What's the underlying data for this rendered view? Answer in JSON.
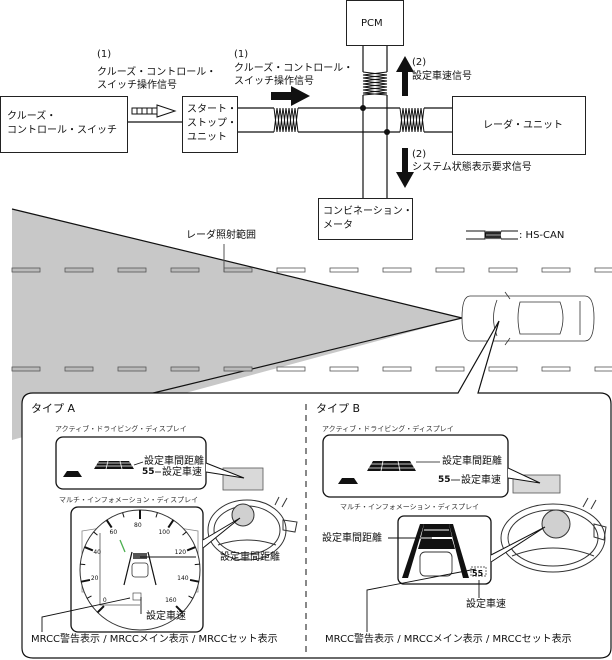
{
  "diagram": {
    "title": "MRCC system communication diagram",
    "blocks": {
      "cruise_switch": "クルーズ・\nコントロール・スイッチ",
      "start_stop_unit": "スタート・\nストップ・\nユニット",
      "pcm": "PCM",
      "radar_unit": "レーダ・ユニット",
      "combination_meter": "コンビネーション・\nメータ"
    },
    "signals": {
      "signal1_number": "(1)",
      "signal1_label": "クルーズ・コントロール・\nスイッチ操作信号",
      "signal1b_number": "(1)",
      "signal1b_label": "クルーズ・コントロール・\nスイッチ操作信号",
      "signal2_up_number": "(2)",
      "signal2_up_label": "設定車速信号",
      "signal2_down_number": "(2)",
      "signal2_down_label": "システム状態表示要求信号"
    },
    "legend": {
      "hs_can": ": HS-CAN"
    },
    "radar_range_label": "レーダ照射範囲",
    "colors": {
      "radar_beam": "#c8c8c8",
      "display_panel": "#d9d9d9",
      "line": "#111111"
    }
  },
  "callout": {
    "type_a": {
      "title": "タイプ A",
      "adp_label": "アクティブ・ドライビング・ディスプレイ",
      "adp_distance": "設定車間距離",
      "adp_speed": "設定車速",
      "adp_speed_value": "55",
      "mid_label": "マルチ・インフォメーション・ディスプレイ",
      "mid_distance": "設定車間距離",
      "mid_speed": "設定車速",
      "bottom_label": "MRCC警告表示 / MRCCメイン表示 / MRCCセット表示",
      "speedo_ticks": [
        "0",
        "20",
        "40",
        "60",
        "80",
        "100",
        "120",
        "140",
        "160"
      ]
    },
    "type_b": {
      "title": "タイプ B",
      "adp_label": "アクティブ・ドライビング・ディスプレイ",
      "adp_distance": "設定車間距離",
      "adp_speed": "設定車速",
      "adp_speed_value": "55",
      "mid_label": "マルチ・インフォメーション・ディスプレイ",
      "mid_distance": "設定車間距離",
      "mid_speed": "設定車速",
      "mid_speed_value": "55",
      "bottom_label": "MRCC警告表示 / MRCCメイン表示 / MRCCセット表示"
    }
  }
}
